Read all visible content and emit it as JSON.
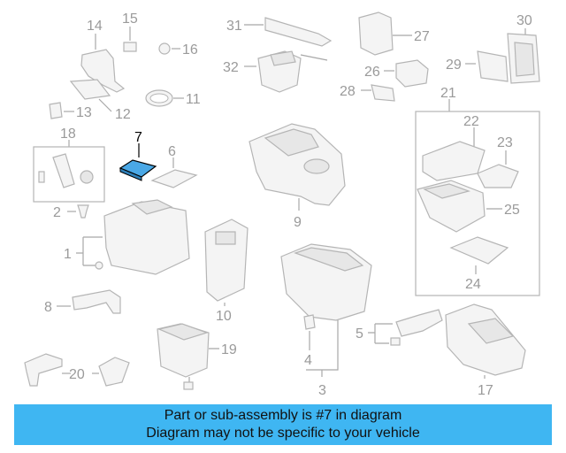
{
  "diagram": {
    "callouts": [
      "1",
      "2",
      "3",
      "4",
      "5",
      "6",
      "7",
      "8",
      "9",
      "10",
      "11",
      "12",
      "13",
      "14",
      "15",
      "16",
      "17",
      "18",
      "19",
      "20",
      "21",
      "22",
      "23",
      "24",
      "25",
      "26",
      "27",
      "28",
      "29",
      "30",
      "31",
      "32"
    ],
    "highlighted_part": "7",
    "colors": {
      "highlight_fill": "#4aa8e6",
      "part_stroke": "#b5b5b5",
      "callout_text": "#9a9a9a",
      "banner_bg": "#3fb6f2"
    }
  },
  "banner": {
    "line1": "Part or sub-assembly is #7 in diagram",
    "line2": "Diagram may not be specific to your vehicle"
  }
}
